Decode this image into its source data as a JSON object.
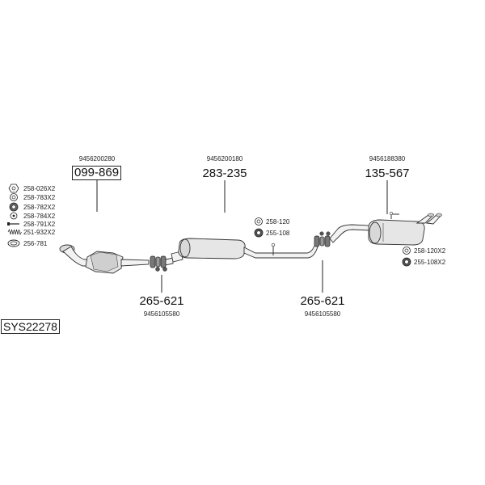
{
  "system_code": "SYS22278",
  "parts": [
    {
      "oem": "9456200280",
      "number": "099-869",
      "boxed": true
    },
    {
      "oem": "9456200180",
      "number": "283-235"
    },
    {
      "oem": "9456188380",
      "number": "135-567"
    },
    {
      "oem": "9456105580",
      "number": "265-621"
    },
    {
      "oem": "9456105580",
      "number": "265-621"
    }
  ],
  "legend": [
    {
      "code": "258-026X2",
      "icon": "hex-nut-icon"
    },
    {
      "code": "258-783X2",
      "icon": "ring-nut-icon"
    },
    {
      "code": "258-782X2",
      "icon": "flanged-nut-icon"
    },
    {
      "code": "258-784X2",
      "icon": "washer-icon"
    },
    {
      "code": "258-791X2",
      "icon": "bolt-icon"
    },
    {
      "code": "251-932X2",
      "icon": "spring-icon"
    },
    {
      "code": "256-781",
      "icon": "gasket-icon"
    }
  ],
  "hardware": [
    {
      "code": "258-120",
      "icon": "ring-nut-icon"
    },
    {
      "code": "255-108",
      "icon": "clamp-icon"
    },
    {
      "code": "258-120X2",
      "icon": "ring-nut-icon"
    },
    {
      "code": "255-108X2",
      "icon": "clamp-icon"
    }
  ]
}
